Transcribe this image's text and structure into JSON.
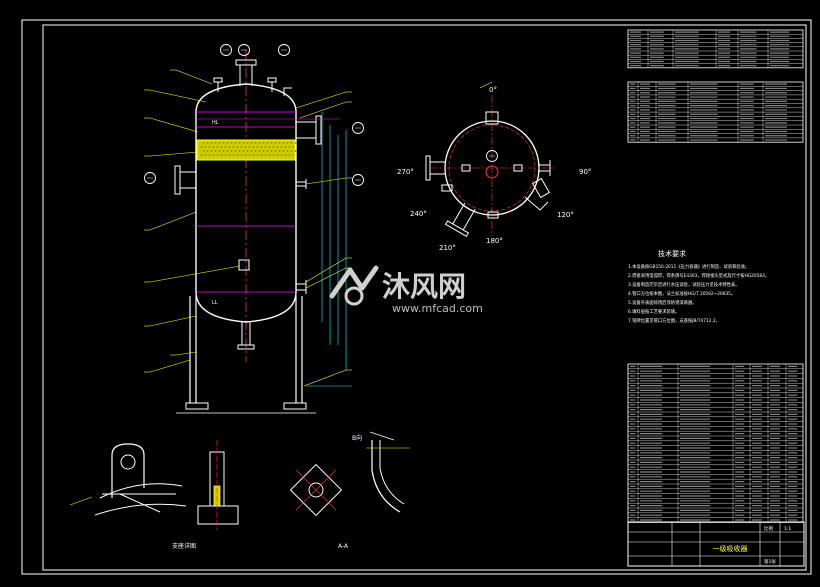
{
  "drawing": {
    "tech_req_title": "技术要求",
    "tech_req_lines": [
      "1.本设备按GB150-2011《压力容器》进行制造、试验和验收。",
      "2.焊接采用电弧焊，焊条牌号E4303，焊接接头型式及尺寸按HG20583。",
      "3.设备制造完毕后进行水压试验，试验压力见技术特性表。",
      "4.管口方位按本图，法兰标准按HG/T 20592~20635。",
      "5.设备外表面除锈后涂防锈漆两遍。",
      "6.填料层按工艺要求装填。",
      "7.铭牌位置见管口方位图，支座按JB/T4712.2。"
    ],
    "orientation_angles": [
      "0°",
      "90°",
      "120°",
      "180°",
      "210°",
      "240°",
      "270°"
    ],
    "title_block": {
      "drawing_name": "一级吸收器",
      "scale_label": "比例",
      "scale_value": "1:1",
      "sheet_label": "第1张"
    },
    "detail_labels": [
      "支座详图",
      "A-A",
      "B向"
    ],
    "level_marks": [
      "HL",
      "LL"
    ]
  },
  "watermark": {
    "brand_cn": "沐风网",
    "url": "www.mfcad.com"
  },
  "colors": {
    "background": "#000000",
    "outline": "#ffffff",
    "leader": "#ffff00",
    "centerline": "#ff3333",
    "annotation": "#00ffff",
    "packing": "#e6e600",
    "accent": "#ff00ff"
  }
}
